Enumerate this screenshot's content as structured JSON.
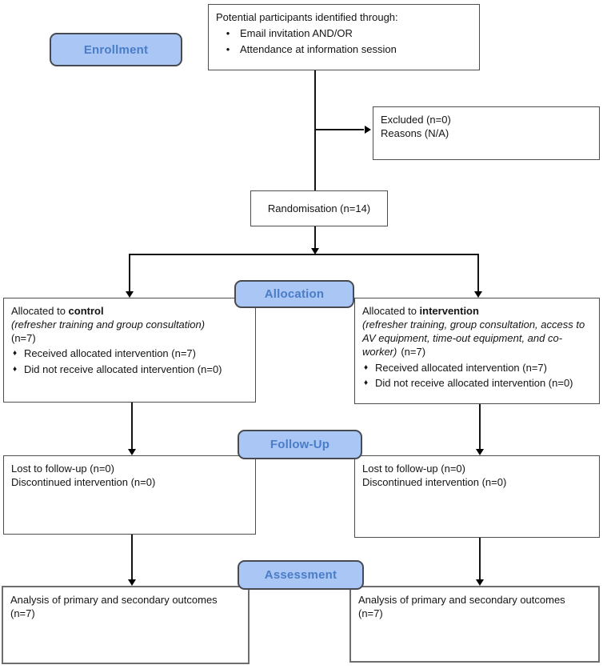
{
  "stages": {
    "enrollment": {
      "label": "Enrollment"
    },
    "allocation": {
      "label": "Allocation"
    },
    "followup": {
      "label": "Follow-Up"
    },
    "assessment": {
      "label": "Assessment"
    }
  },
  "boxes": {
    "identification": {
      "heading": "Potential participants identified through:",
      "bullet_char": "•",
      "bullets": [
        "Email invitation AND/OR",
        "Attendance at information session"
      ]
    },
    "excluded": {
      "line1": "Excluded (n=0)",
      "line2": "Reasons (N/A)"
    },
    "randomisation": {
      "text": "Randomisation (n=14)"
    },
    "allocation_control": {
      "heading_prefix": "Allocated to ",
      "heading_arm": "control",
      "detail_italic": "(refresher training and group consultation)",
      "n_line": "(n=7)",
      "bullet_char": "♦",
      "bullets": [
        "Received allocated intervention (n=7)",
        "Did not receive allocated intervention (n=0)"
      ]
    },
    "allocation_intervention": {
      "heading_prefix": "Allocated to ",
      "heading_arm": "intervention",
      "detail_italic": "(refresher training, group consultation, access to AV equipment, time-out equipment, and co-worker)",
      "n_suffix": "(n=7)",
      "bullet_char": "♦",
      "bullets": [
        "Received allocated intervention (n=7)",
        "Did not receive allocated intervention (n=0)"
      ]
    },
    "followup_control": {
      "line1": "Lost to follow-up (n=0)",
      "line2": "Discontinued intervention (n=0)"
    },
    "followup_intervention": {
      "line1": "Lost to follow-up (n=0)",
      "line2": "Discontinued intervention (n=0)"
    },
    "analysis_control": {
      "text": "Analysis of primary and secondary outcomes (n=7)"
    },
    "analysis_intervention": {
      "text": "Analysis of primary and secondary outcomes (n=7)"
    }
  },
  "colors": {
    "stage_fill": "#a9c6f4",
    "stage_border": "#484a52",
    "stage_text": "#4a7cc7",
    "box_border": "#4d4d4d",
    "connector": "#151515"
  }
}
